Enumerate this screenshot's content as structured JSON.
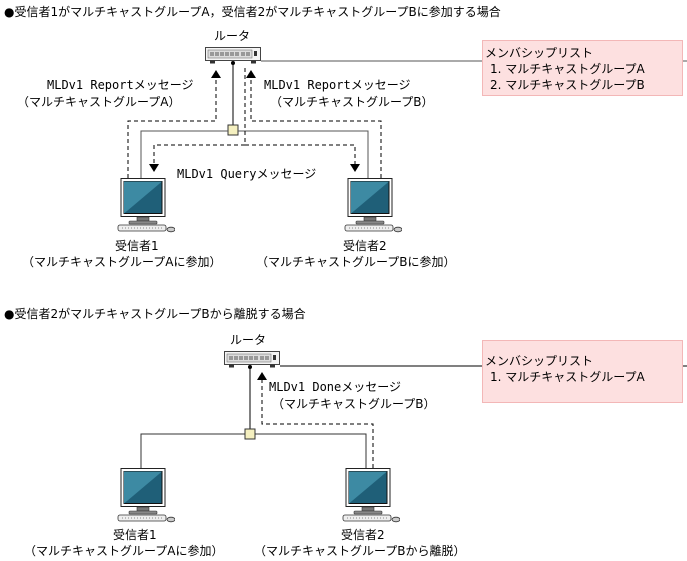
{
  "section1": {
    "heading": "●受信者1がマルチキャストグループA，受信者2がマルチキャストグループBに参加する場合",
    "router_label": "ルータ",
    "report_a": {
      "line1": "MLDv1 Reportメッセージ",
      "line2": "（マルチキャストグループA）"
    },
    "report_b": {
      "line1": "MLDv1 Reportメッセージ",
      "line2": "（マルチキャストグループB）"
    },
    "query": "MLDv1 Queryメッセージ",
    "receiver1": {
      "name": "受信者1",
      "status": "（マルチキャストグループAに参加）"
    },
    "receiver2": {
      "name": "受信者2",
      "status": "（マルチキャストグループBに参加）"
    },
    "membership": {
      "title": "メンバシップリスト",
      "items": [
        "1. マルチキャストグループA",
        "2. マルチキャストグループB"
      ]
    }
  },
  "section2": {
    "heading": "●受信者2がマルチキャストグループBから離脱する場合",
    "router_label": "ルータ",
    "done": {
      "line1": "MLDv1 Doneメッセージ",
      "line2": "（マルチキャストグループB）"
    },
    "receiver1": {
      "name": "受信者1",
      "status": "（マルチキャストグループAに参加）"
    },
    "receiver2": {
      "name": "受信者2",
      "status": "（マルチキャストグループBから離脱）"
    },
    "membership": {
      "title": "メンバシップリスト",
      "items": [
        "1. マルチキャストグループA"
      ]
    }
  },
  "colors": {
    "membership_bg": "#fde0e0",
    "membership_border": "#f3b7b7",
    "hub_fill": "#f5f0c0",
    "screen": "#1f5f78"
  }
}
